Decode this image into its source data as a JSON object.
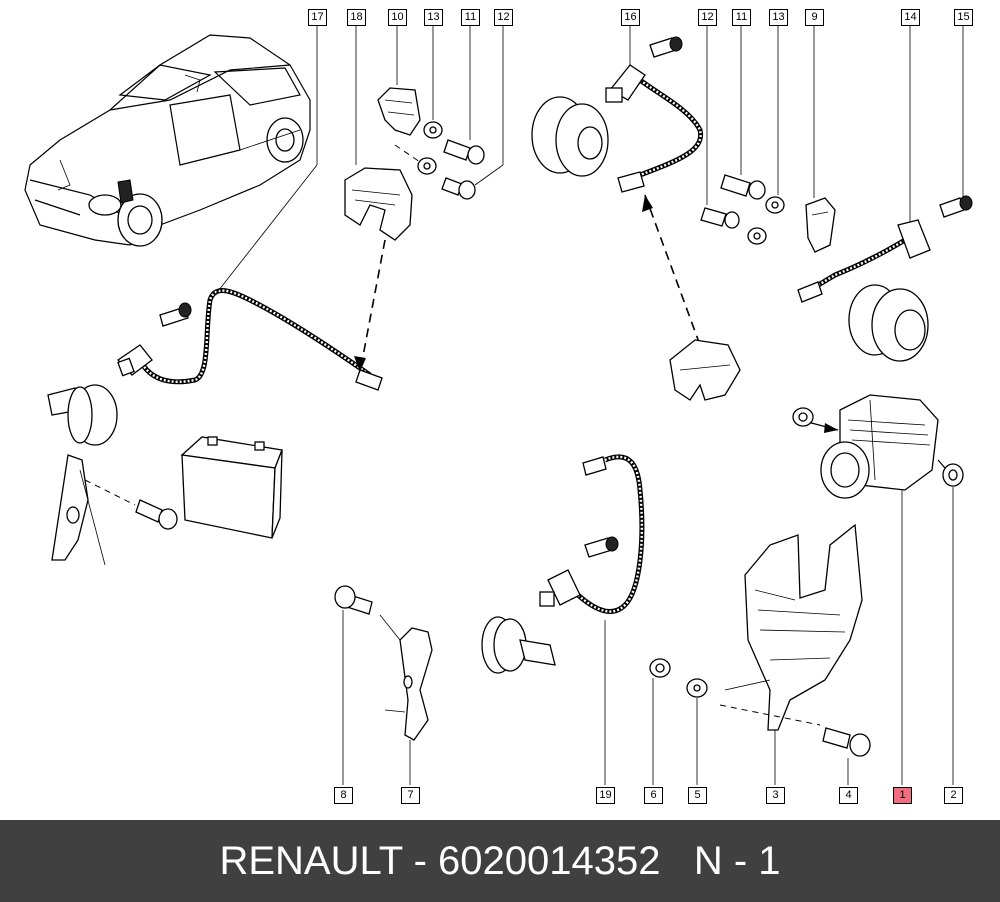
{
  "callouts": [
    {
      "id": "c17",
      "label": "17",
      "highlight": false
    },
    {
      "id": "c18",
      "label": "18",
      "highlight": false
    },
    {
      "id": "c10",
      "label": "10",
      "highlight": false
    },
    {
      "id": "c13a",
      "label": "13",
      "highlight": false
    },
    {
      "id": "c11a",
      "label": "11",
      "highlight": false
    },
    {
      "id": "c12a",
      "label": "12",
      "highlight": false
    },
    {
      "id": "c16",
      "label": "16",
      "highlight": false
    },
    {
      "id": "c12b",
      "label": "12",
      "highlight": false
    },
    {
      "id": "c11b",
      "label": "11",
      "highlight": false
    },
    {
      "id": "c13b",
      "label": "13",
      "highlight": false
    },
    {
      "id": "c9",
      "label": "9",
      "highlight": false
    },
    {
      "id": "c14",
      "label": "14",
      "highlight": false
    },
    {
      "id": "c15",
      "label": "15",
      "highlight": false
    },
    {
      "id": "c8",
      "label": "8",
      "highlight": false
    },
    {
      "id": "c7",
      "label": "7",
      "highlight": false
    },
    {
      "id": "c19",
      "label": "19",
      "highlight": false
    },
    {
      "id": "c6",
      "label": "6",
      "highlight": false
    },
    {
      "id": "c5",
      "label": "5",
      "highlight": false
    },
    {
      "id": "c3",
      "label": "3",
      "highlight": false
    },
    {
      "id": "c4",
      "label": "4",
      "highlight": false
    },
    {
      "id": "c1",
      "label": "1",
      "highlight": true
    },
    {
      "id": "c2",
      "label": "2",
      "highlight": false
    }
  ],
  "footer": {
    "caption": "RENAULT - 6020014352   N - 1"
  },
  "colors": {
    "footer_bg": "#404040",
    "footer_text": "#ffffff",
    "highlight": "#f26d7d"
  }
}
